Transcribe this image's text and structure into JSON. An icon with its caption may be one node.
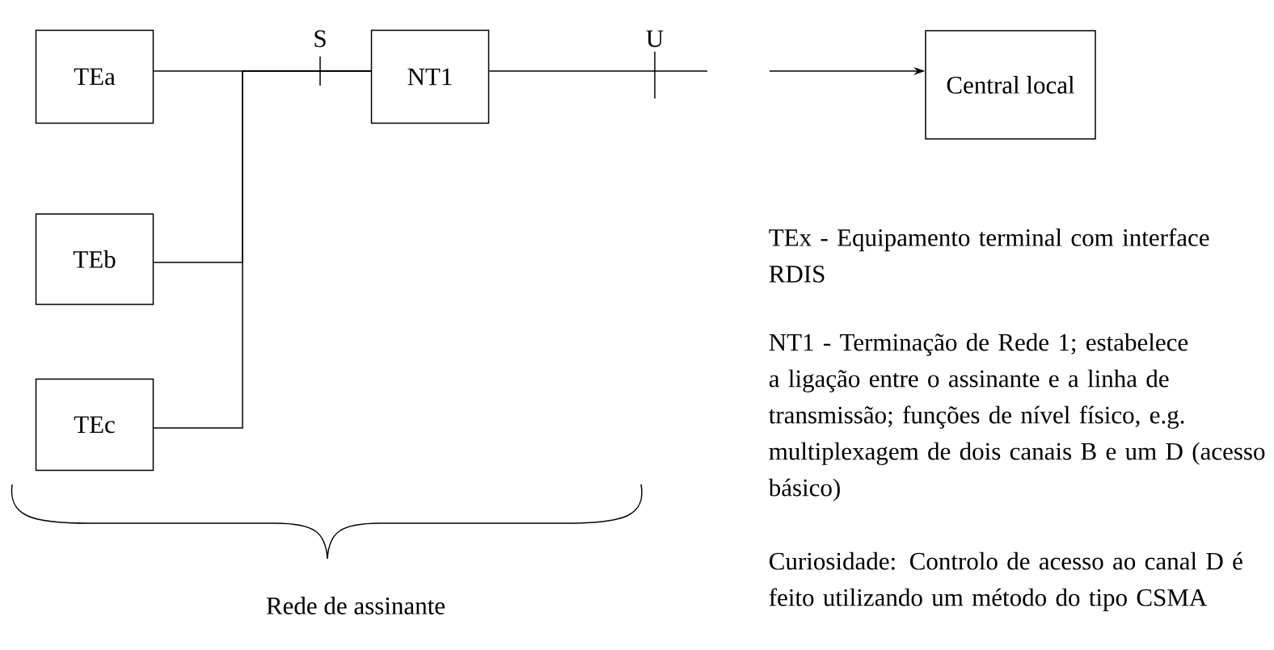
{
  "diagram": {
    "nodes": [
      {
        "text": [
          "TEa"
        ]
      },
      {
        "text": [
          "TEb"
        ]
      },
      {
        "text": [
          "TEc"
        ]
      },
      {
        "text": [
          "NT1"
        ]
      },
      {
        "text": [
          "Central local"
        ]
      }
    ],
    "edges": [
      {
        "from": 0,
        "to": 3,
        "arrow": "none"
      },
      {
        "from": 1,
        "to": 3,
        "arrow": "none"
      },
      {
        "from": 2,
        "to": 3,
        "arrow": "none"
      },
      {
        "from": 3,
        "to": null,
        "arrow": "none"
      },
      {
        "from": null,
        "to": 4,
        "arrow": "to"
      }
    ],
    "labels": [
      "S",
      "U",
      "Rede de assinante",
      "TEx - Equipamento terminal com interface RDIS",
      "NT1 - Terminação de Rede 1; estabelece a ligação entre o assinante e a linha de transmissão; funções de nível físico, e.g. multiplexagem de dois canais B e um D (acesso básico)",
      "Curiosidade: Controlo de acesso ao canal D é feito utilizando um método do tipo CSMA"
    ]
  }
}
